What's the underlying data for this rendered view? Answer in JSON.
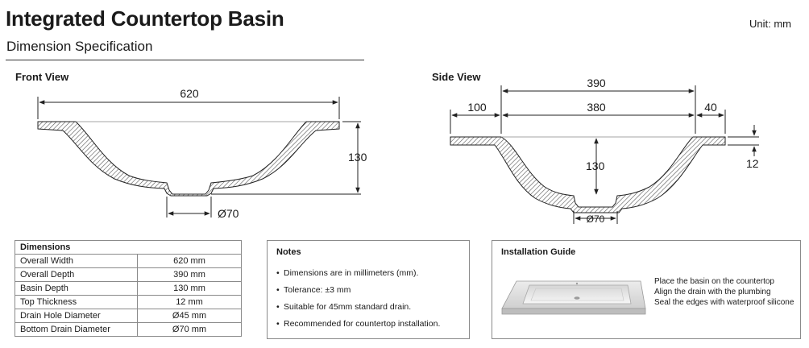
{
  "header": {
    "title": "Integrated Countertop Basin",
    "subtitle": "Dimension Specification",
    "unit": "Unit: mm"
  },
  "front_view": {
    "label": "Front View",
    "width": "620",
    "depth": "130",
    "drain": "Ø70"
  },
  "side_view": {
    "label": "Side View",
    "overall": "390",
    "inner": "380",
    "left_offset": "100",
    "right_offset": "40",
    "depth": "130",
    "thickness": "12",
    "drain": "Ø70"
  },
  "dimensions_table": {
    "title": "Dimensions",
    "rows": [
      {
        "name": "Overall Width",
        "value": "620 mm"
      },
      {
        "name": "Overall Depth",
        "value": "390 mm"
      },
      {
        "name": "Basin Depth",
        "value": "130 mm"
      },
      {
        "name": "Top Thickness",
        "value": "12 mm"
      },
      {
        "name": "Drain Hole Diameter",
        "value": "Ø45 mm"
      },
      {
        "name": "Bottom Drain Diameter",
        "value": "Ø70 mm"
      }
    ]
  },
  "notes": {
    "title": "Notes",
    "items": [
      "Dimensions are in millimeters (mm).",
      "Tolerance: ±3 mm",
      "Suitable for 45mm standard drain.",
      "Recommended for countertop installation."
    ]
  },
  "installation": {
    "title": "Installation Guide",
    "steps": [
      "Place the basin on the countertop",
      "Align the drain with the plumbing",
      "Seal the edges with waterproof silicone"
    ]
  }
}
